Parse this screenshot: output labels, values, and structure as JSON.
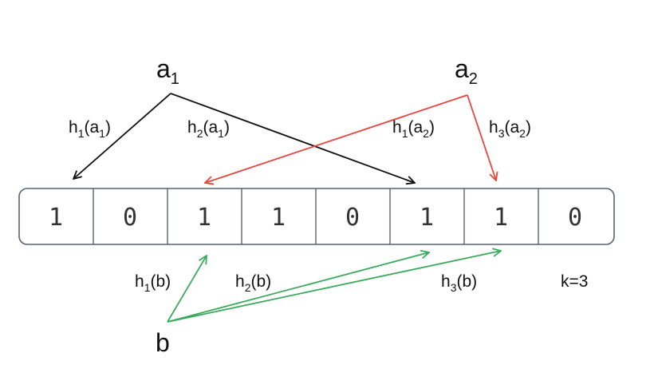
{
  "bit_array": {
    "bits": [
      "1",
      "0",
      "1",
      "1",
      "0",
      "1",
      "1",
      "0"
    ]
  },
  "nodes": {
    "a1": {
      "main": "a",
      "sub": "1"
    },
    "a2": {
      "main": "a",
      "sub": "2"
    },
    "b": {
      "main": "b",
      "sub": ""
    }
  },
  "labels": {
    "a1_h1": {
      "f": "h",
      "fsub": "1",
      "arg": "a",
      "argsub": "1"
    },
    "a1_h2": {
      "f": "h",
      "fsub": "2",
      "arg": "a",
      "argsub": "1"
    },
    "a2_h1": {
      "f": "h",
      "fsub": "1",
      "arg": "a",
      "argsub": "2"
    },
    "a2_h3": {
      "f": "h",
      "fsub": "3",
      "arg": "a",
      "argsub": "2"
    },
    "b_h1": {
      "f": "h",
      "fsub": "1",
      "arg": "b",
      "argsub": ""
    },
    "b_h2": {
      "f": "h",
      "fsub": "2",
      "arg": "b",
      "argsub": ""
    },
    "b_h3": {
      "f": "h",
      "fsub": "3",
      "arg": "b",
      "argsub": ""
    }
  },
  "k_label": "k=3",
  "colors": {
    "a1_arrows": "#111111",
    "a2_arrows": "#e8463a",
    "b_arrows": "#3aaa5c",
    "array_border": "#5a6270",
    "array_fill": "#ffffff"
  }
}
